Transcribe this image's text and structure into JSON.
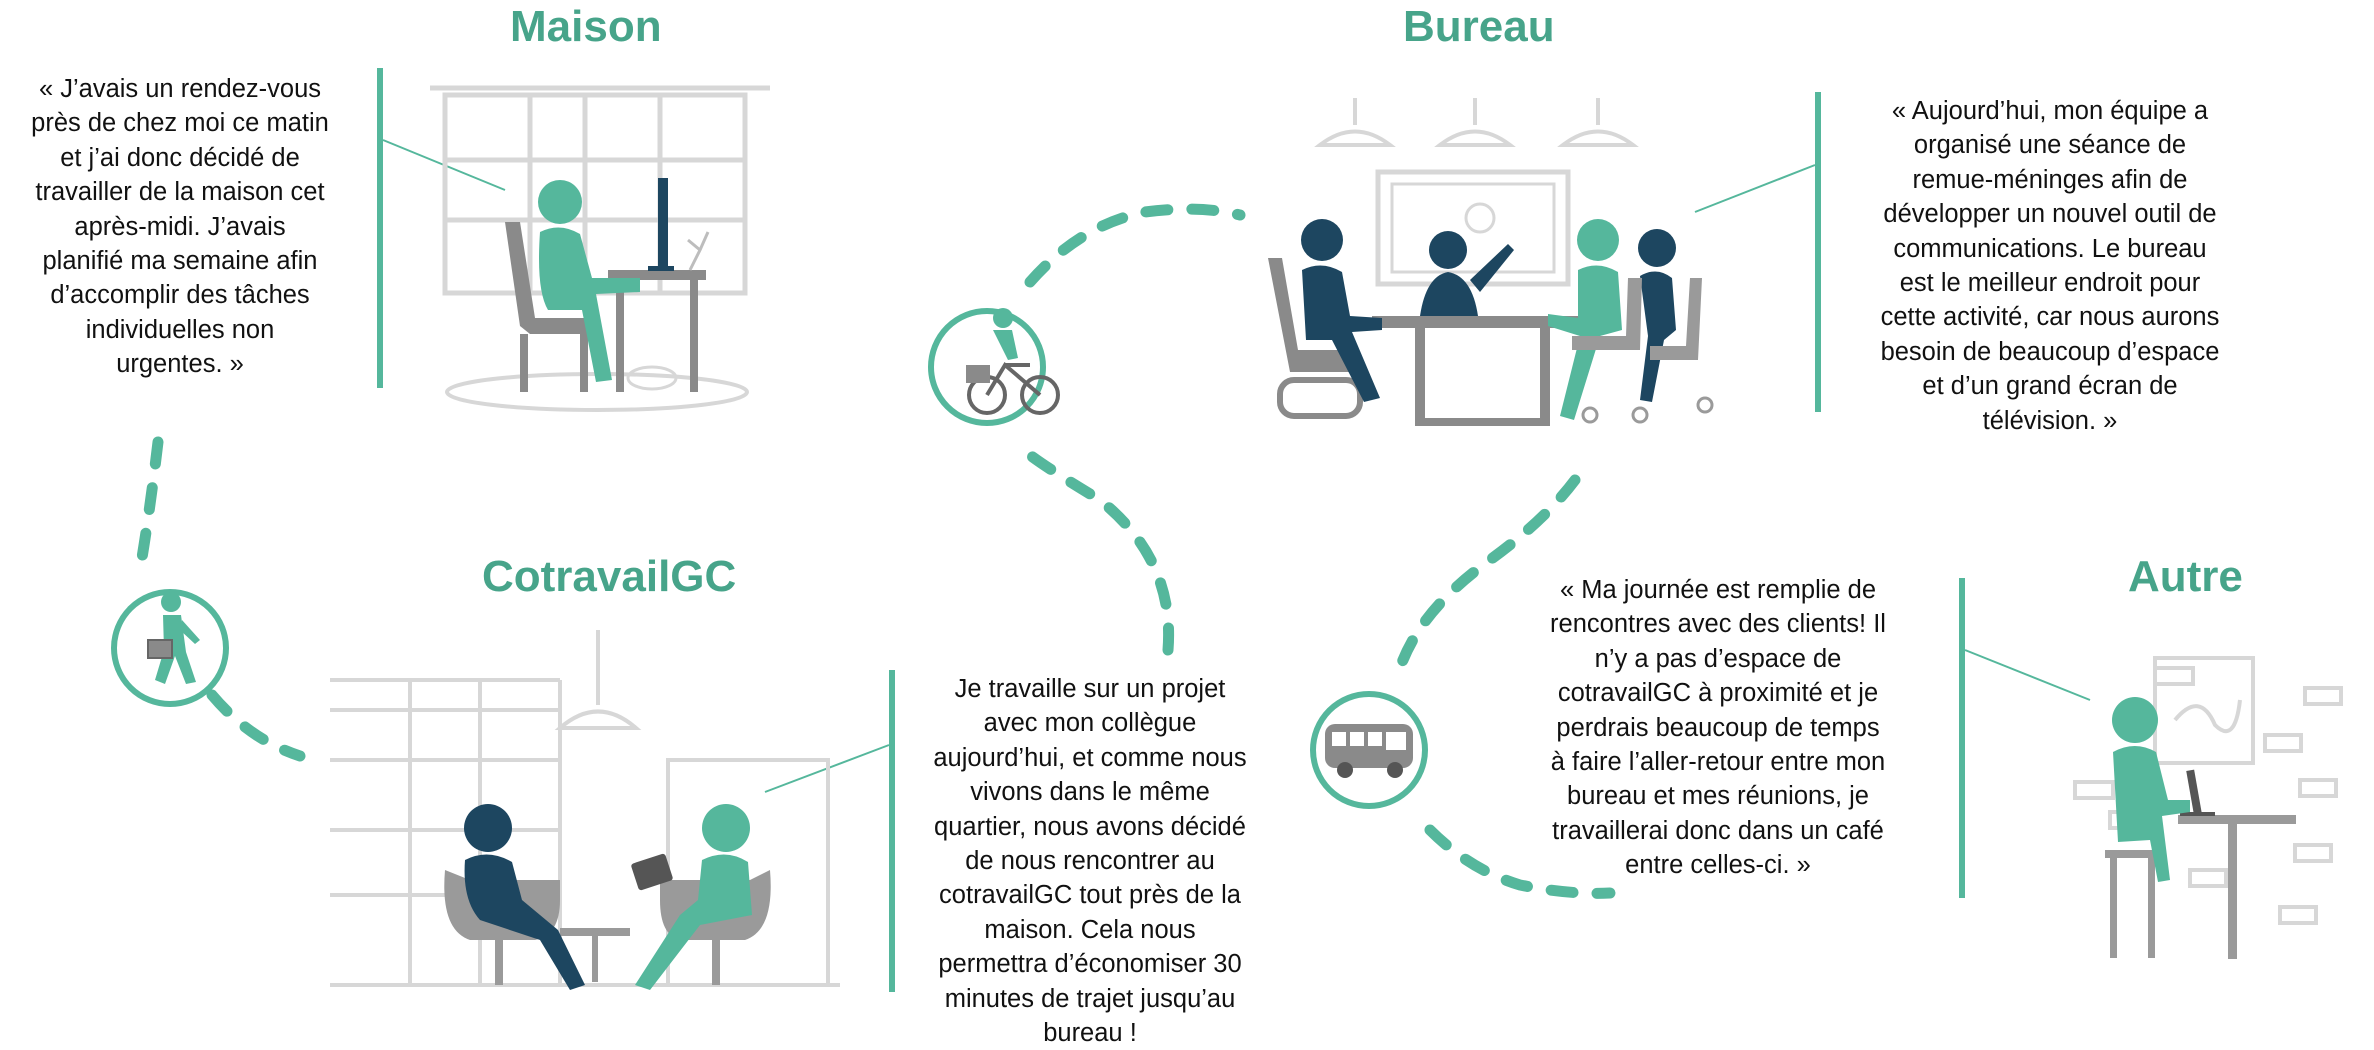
{
  "colors": {
    "teal": "#55b79c",
    "teal_title": "#47a48a",
    "navy": "#1d4660",
    "grey": "#9a9a9a",
    "light_grey": "#d7d7d7"
  },
  "sections": {
    "maison": {
      "title": "Maison",
      "icon": "person-working-at-home-desk-icon",
      "quote": [
        "« J’avais un rendez-vous",
        "près de chez moi ce matin",
        "et j’ai donc décidé de",
        "travailler de la maison cet",
        "après-midi.  J’avais",
        "planifié  ma semaine afin",
        "d’accomplir des tâches",
        "individuelles  non",
        "urgentes. »"
      ]
    },
    "bureau": {
      "title": "Bureau",
      "icon": "team-meeting-office-icon",
      "quote": [
        "« Aujourd’hui,  mon équipe a",
        "organisé une séance de",
        "remue-méninges  afin de",
        "développer un nouvel outil de",
        "communications.  Le bureau",
        "est le meilleur  endroit pour",
        "cette activité, car nous aurons",
        "besoin de beaucoup d’espace",
        "et d’un grand écran de",
        "télévision. »"
      ]
    },
    "cotravail": {
      "title": "CotravailGC",
      "icon": "two-people-coworking-lounge-icon",
      "quote": [
        "Je travaille sur un projet",
        "avec mon collègue",
        "aujourd’hui,  et comme nous",
        "vivons dans le même",
        "quartier, nous avons décidé",
        "de nous rencontrer au",
        "cotravailGC tout près de la",
        "maison. Cela nous",
        "permettra d’économiser 30",
        "minutes de trajet jusqu’au",
        "bureau !"
      ]
    },
    "autre": {
      "title": "Autre",
      "icon": "person-working-in-cafe-icon",
      "quote": [
        "« Ma journée est remplie de",
        "rencontres avec des clients!  Il",
        "n’y  a pas d’espace de",
        "cotravailGC à proximité et je",
        "perdrais beaucoup de temps",
        "à faire l’aller-retour entre mon",
        "bureau et mes réunions, je",
        "travaillerai donc dans un café",
        "entre celles-ci. »"
      ]
    }
  },
  "transport": {
    "walk": "walking-person-icon",
    "bike": "cyclist-icon",
    "bus": "bus-icon"
  }
}
